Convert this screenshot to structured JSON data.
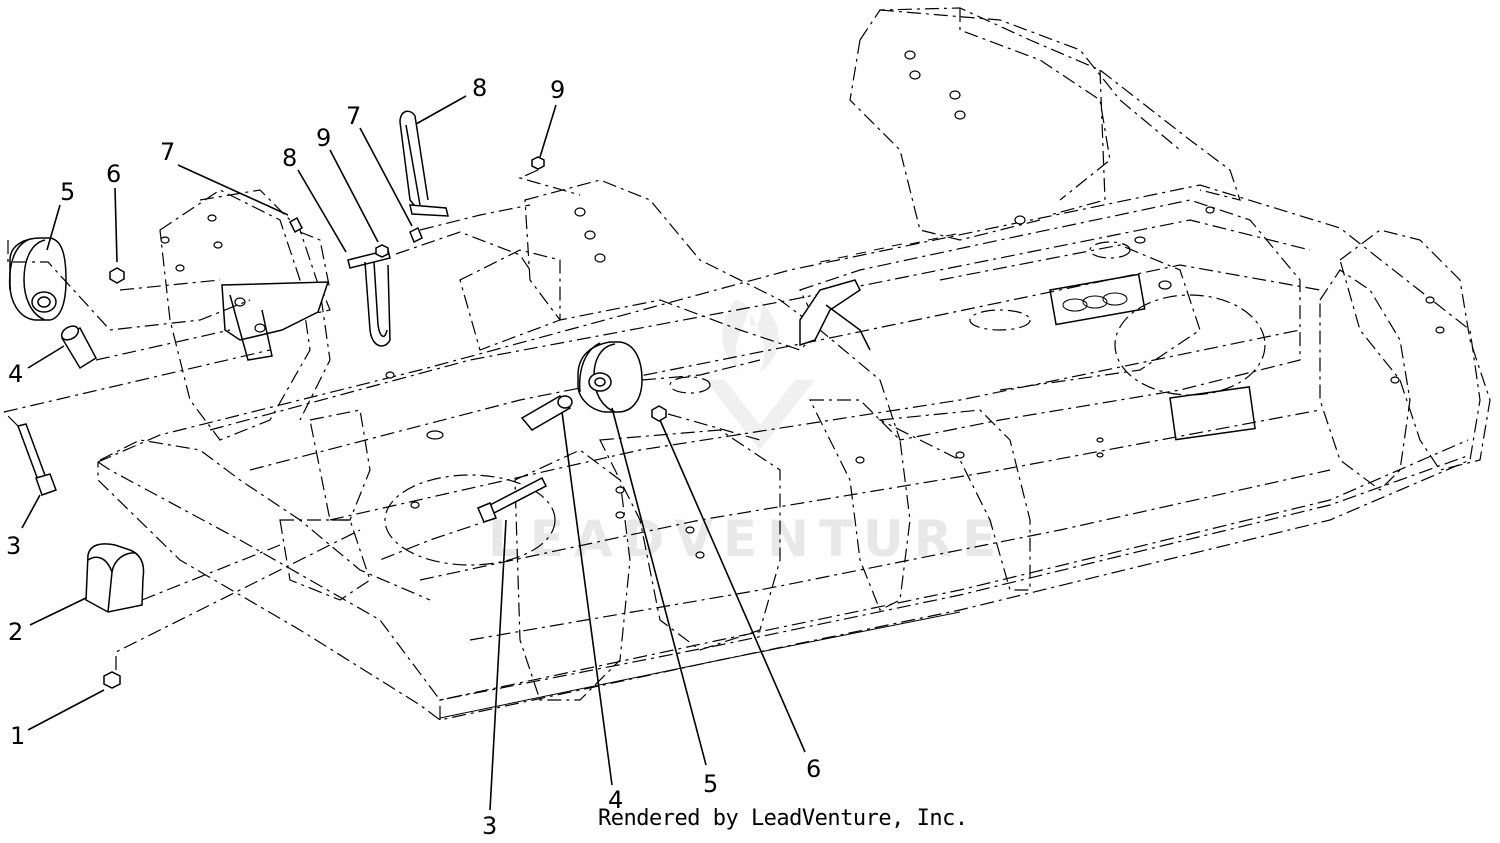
{
  "callouts": {
    "c1": "1",
    "c2": "2",
    "c3_left": "3",
    "c3_bottom": "3",
    "c4_left": "4",
    "c4_bottom": "4",
    "c5_left": "5",
    "c5_bottom": "5",
    "c6_left": "6",
    "c6_bottom": "6",
    "c7_left": "7",
    "c7_mid": "7",
    "c8_left": "8",
    "c8_top": "8",
    "c9_left": "9",
    "c9_top": "9"
  },
  "watermark": "LEADVENTURE",
  "credit": "Rendered by LeadVenture, Inc."
}
